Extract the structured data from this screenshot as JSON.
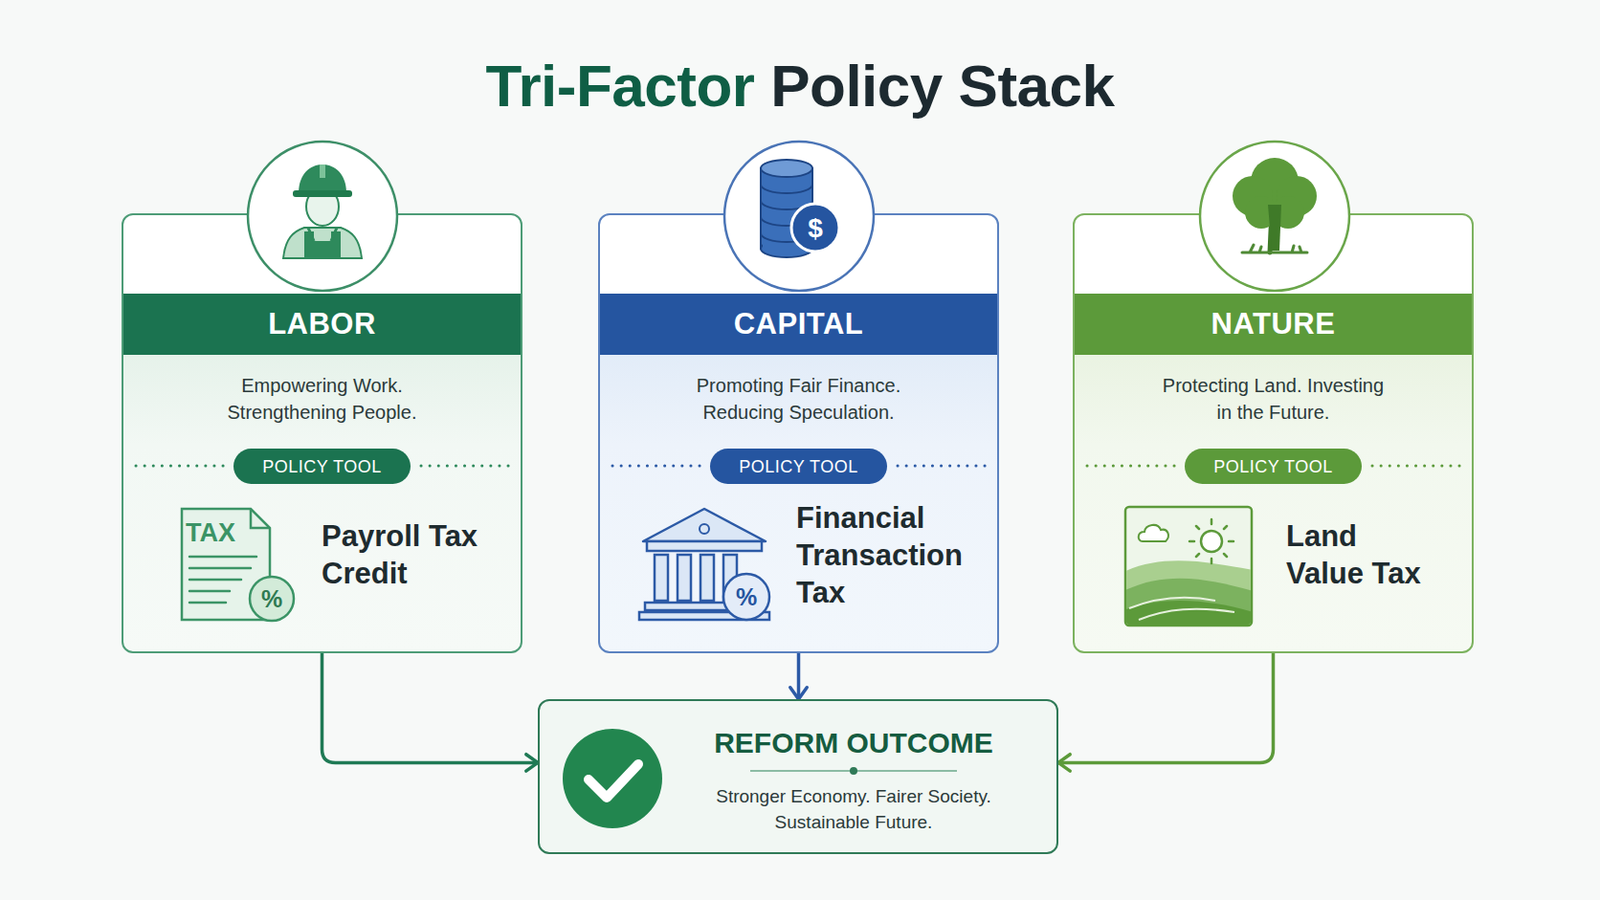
{
  "diagram": {
    "title": "Tri-Factor Policy Stack",
    "nodes": [
      {
        "text": [
          "Empowering Work. Strengthening People.",
          "Payroll Tax Credit"
        ]
      },
      {
        "text": [
          "LABOR"
        ],
        "in": 0
      },
      {
        "text": [
          "POLICY TOOL"
        ],
        "in": 0
      },
      {
        "text": [
          "Promoting Fair Finance. Reducing Speculation.",
          "Financial Transaction Tax"
        ]
      },
      {
        "text": [
          "CAPITAL"
        ],
        "in": 3
      },
      {
        "text": [
          "POLICY TOOL"
        ],
        "in": 3
      },
      {
        "text": [
          "Protecting Land. Investing in the Future.",
          "Land Value Tax"
        ]
      },
      {
        "text": [
          "NATURE"
        ],
        "in": 6
      },
      {
        "text": [
          "POLICY TOOL"
        ],
        "in": 6
      },
      {
        "text": [
          "REFORM OUTCOME",
          "Stronger Economy. Fairer Society. Sustainable Future."
        ]
      }
    ],
    "edges": [
      {
        "from": 0,
        "to": 9,
        "arrow": "to"
      },
      {
        "from": 3,
        "to": 9,
        "arrow": "to"
      },
      {
        "from": 6,
        "to": 9,
        "arrow": "to"
      }
    ],
    "labels": [
      "$",
      "TAX",
      "%",
      "%"
    ]
  }
}
